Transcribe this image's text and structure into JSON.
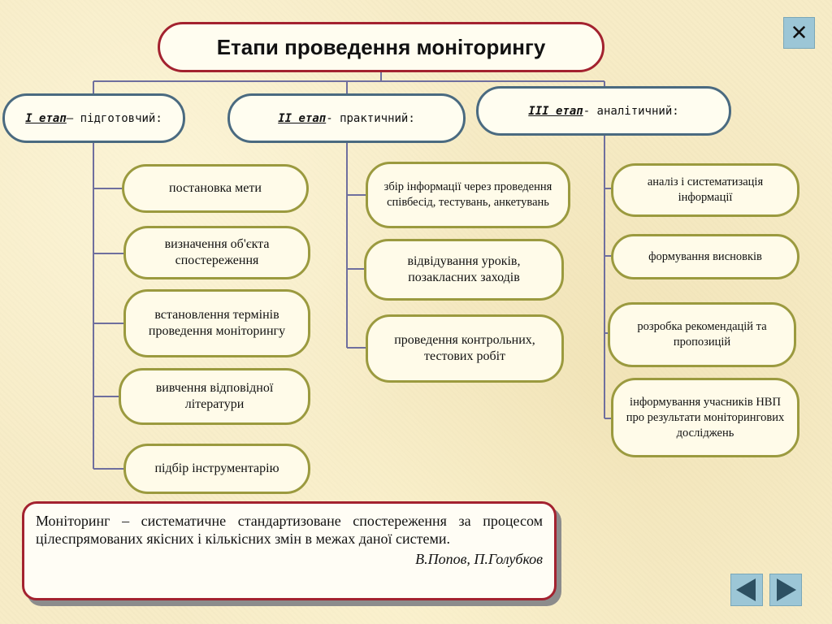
{
  "title": "Етапи проведення моніторингу",
  "stages": [
    {
      "key": "I етап",
      "rest": " – підготовчий:"
    },
    {
      "key": "II етап",
      "rest": " - практичний:"
    },
    {
      "key": "III етап",
      "rest": " - аналітичний:"
    }
  ],
  "stage1_steps": [
    "постановка мети",
    "визначення об'єкта спостереження",
    "встановлення термінів проведення моніторингу",
    "вивчення відповідної літератури",
    "підбір інструментарію"
  ],
  "stage2_steps": [
    "збір інформації через проведення співбесід, тестувань, анкетувань",
    "відвідування уроків, позакласних заходів",
    "проведення контрольних, тестових робіт"
  ],
  "stage3_steps": [
    "аналіз і систематизація інформації",
    "формування висновків",
    "розробка рекомендацій та пропозицій",
    "інформування учасників НВП про результати моніторингових досліджень"
  ],
  "definition": {
    "text": "Моніторинг – систематичне стандартизоване спостереження за процесом цілеспрямованих якісних і кількісних змін в межах даної системи.",
    "author": "В.Попов, П.Голубков"
  },
  "controls": {
    "close_label": "✕"
  },
  "colors": {
    "title_border": "#a3222f",
    "stage_border": "#4a6a80",
    "step_border": "#9b9a3f",
    "connector": "#6f6f9e",
    "button_bg": "#9cc6d6"
  }
}
